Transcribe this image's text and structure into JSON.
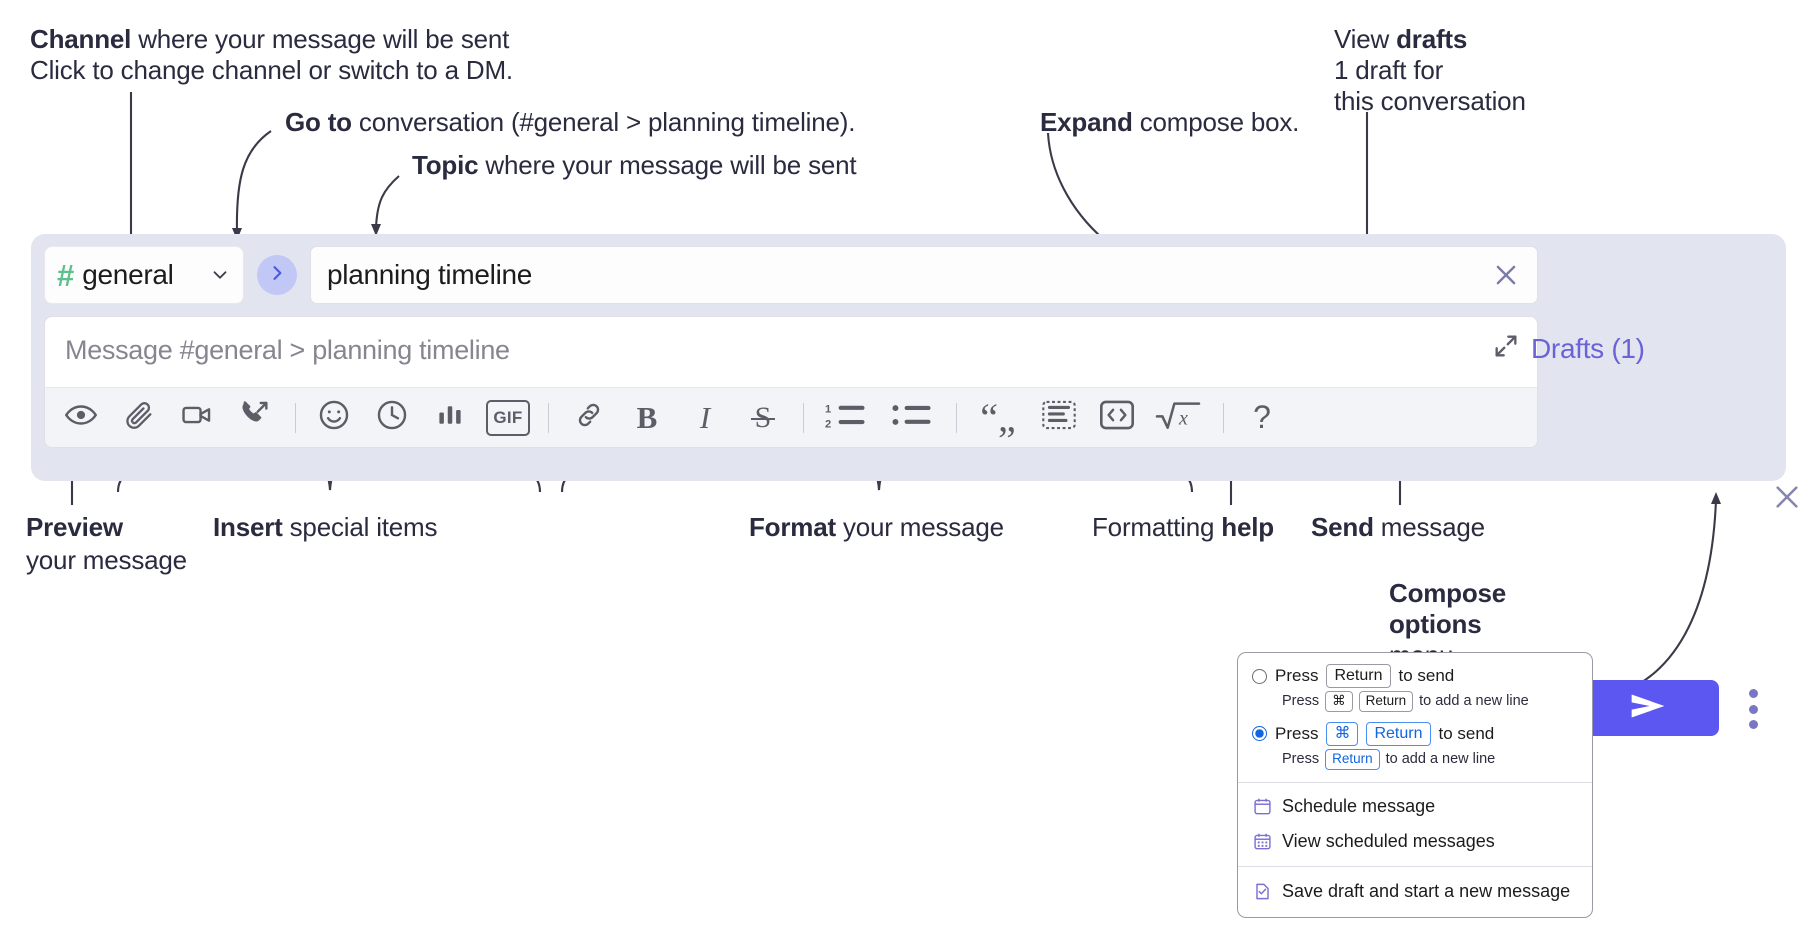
{
  "annotations": {
    "channel": {
      "bold": "Channel",
      "rest": " where your message will be sent",
      "sub": "Click to change channel or switch to a DM."
    },
    "goto": {
      "bold": "Go to",
      "rest": " conversation (#general > planning timeline)."
    },
    "topic": {
      "bold": "Topic",
      "rest": " where your message will be sent"
    },
    "expand": {
      "bold": "Expand",
      "rest": " compose box."
    },
    "drafts": {
      "lead": "View ",
      "bold": "drafts",
      "sub1": "1 draft for",
      "sub2": "this conversation"
    },
    "preview": {
      "bold": "Preview",
      "line2": "your message"
    },
    "insert": {
      "bold": "Insert",
      "rest": " special items"
    },
    "format": {
      "bold": "Format",
      "rest": " your message"
    },
    "formatting_help": {
      "lead": "Formatting ",
      "bold": "help"
    },
    "send": {
      "bold": "Send",
      "rest": " message"
    },
    "compose_options": {
      "bold1": "Compose",
      "bold2": "options",
      "rest": "menu"
    }
  },
  "compose": {
    "channel": {
      "hash": "#",
      "name": "general",
      "caret_icon": "chevron-down-icon"
    },
    "goto_icon": "chevron-right-icon",
    "topic": {
      "value": "planning timeline",
      "clear_icon": "close-icon"
    },
    "message": {
      "placeholder": "Message #general > planning timeline",
      "value": ""
    },
    "expand_icon": "expand-icon",
    "close_icon": "close-icon",
    "drafts_label": "Drafts (1)",
    "send_icon": "send-paper-plane-icon",
    "overflow_icon": "kebab-menu-icon",
    "toolbar": [
      {
        "name": "preview-button",
        "icon": "eye-icon"
      },
      {
        "name": "attach-button",
        "icon": "paperclip-icon"
      },
      {
        "name": "video-clip-button",
        "icon": "video-camera-icon"
      },
      {
        "name": "audio-clip-button",
        "icon": "phone-arrow-icon"
      },
      {
        "name": "separator-1",
        "icon": "separator"
      },
      {
        "name": "emoji-button",
        "icon": "smiley-icon"
      },
      {
        "name": "schedule-button",
        "icon": "clock-icon"
      },
      {
        "name": "poll-button",
        "icon": "bar-chart-icon"
      },
      {
        "name": "gif-button",
        "icon": "gif-icon",
        "label": "GIF"
      },
      {
        "name": "separator-2",
        "icon": "separator"
      },
      {
        "name": "link-button",
        "icon": "link-icon"
      },
      {
        "name": "bold-button",
        "icon": "bold-icon",
        "label": "B"
      },
      {
        "name": "italic-button",
        "icon": "italic-icon",
        "label": "I"
      },
      {
        "name": "strikethrough-button",
        "icon": "strikethrough-icon",
        "label": "S"
      },
      {
        "name": "separator-3",
        "icon": "separator"
      },
      {
        "name": "ordered-list-button",
        "icon": "ordered-list-icon"
      },
      {
        "name": "bulleted-list-button",
        "icon": "bulleted-list-icon"
      },
      {
        "name": "separator-4",
        "icon": "separator"
      },
      {
        "name": "blockquote-button",
        "icon": "quote-icon"
      },
      {
        "name": "code-block-button",
        "icon": "code-block-icon"
      },
      {
        "name": "code-button",
        "icon": "code-brackets-icon"
      },
      {
        "name": "latex-button",
        "icon": "square-root-x-icon"
      },
      {
        "name": "separator-5",
        "icon": "separator"
      },
      {
        "name": "formatting-help-button",
        "icon": "question-mark-icon",
        "label": "?"
      }
    ]
  },
  "compose_options_menu": {
    "option1": {
      "selected": false,
      "press": "Press",
      "key": "Return",
      "tail": "to send",
      "sub_press": "Press",
      "sub_key1": "⌘",
      "sub_key2": "Return",
      "sub_tail": "to add a new line"
    },
    "option2": {
      "selected": true,
      "press": "Press",
      "key1": "⌘",
      "key2": "Return",
      "tail": "to send",
      "sub_press": "Press",
      "sub_key": "Return",
      "sub_tail": "to add a new line"
    },
    "items": [
      {
        "label": "Schedule message",
        "icon": "calendar-icon"
      },
      {
        "label": "View scheduled messages",
        "icon": "calendar-grid-icon"
      },
      {
        "label": "Save draft and start a new message",
        "icon": "document-check-icon"
      }
    ]
  },
  "colors": {
    "compose_bg": "#e2e4f0",
    "send_button": "#5b57f0",
    "drafts_text": "#6a63d8",
    "hash_green": "#5ec08a",
    "goto_bubble": "#c2c8f5",
    "annotation_text": "#2b2b40"
  }
}
